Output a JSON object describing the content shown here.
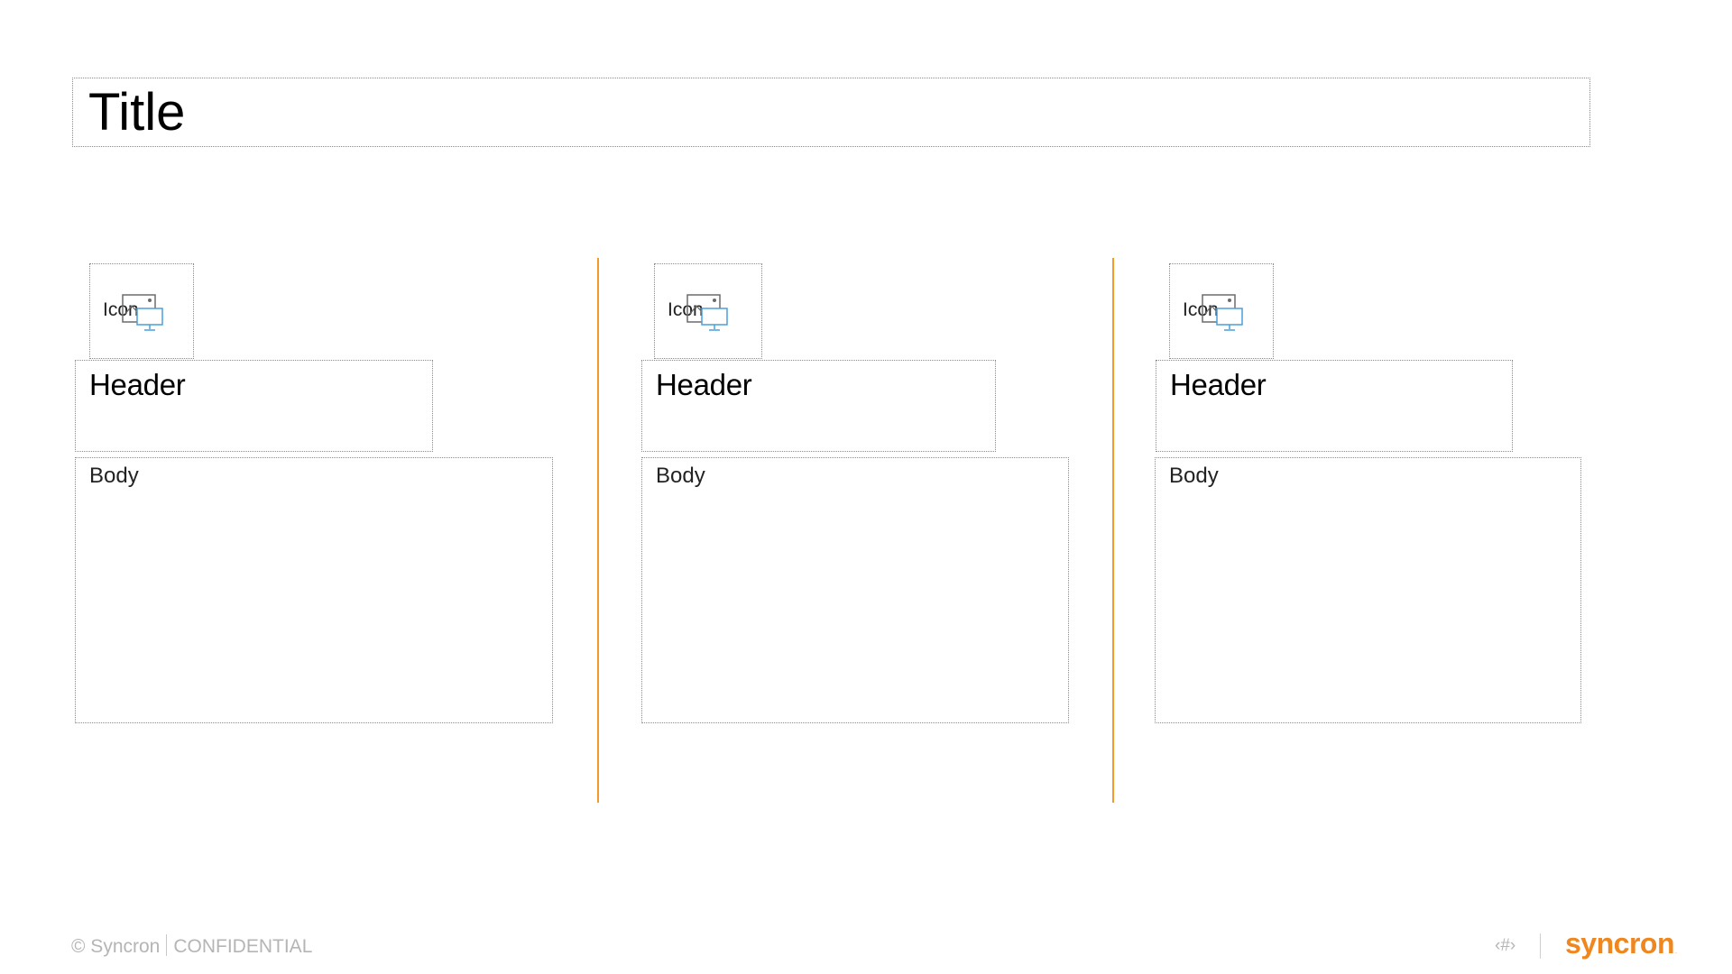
{
  "slide": {
    "title": "Title",
    "columns": [
      {
        "icon_label": "Icon",
        "icon": "picture-monitor-icon",
        "header": "Header",
        "body": "Body"
      },
      {
        "icon_label": "Icon",
        "icon": "picture-monitor-icon",
        "header": "Header",
        "body": "Body"
      },
      {
        "icon_label": "Icon",
        "icon": "picture-monitor-icon",
        "header": "Header",
        "body": "Body"
      }
    ],
    "separator_color": "#f39a2b"
  },
  "footer": {
    "copyright": "© Syncron",
    "confidential": "CONFIDENTIAL",
    "page_number": "‹#›",
    "logo_text": "syncron",
    "logo_tm": ".",
    "logo_color": "#f0871e"
  }
}
